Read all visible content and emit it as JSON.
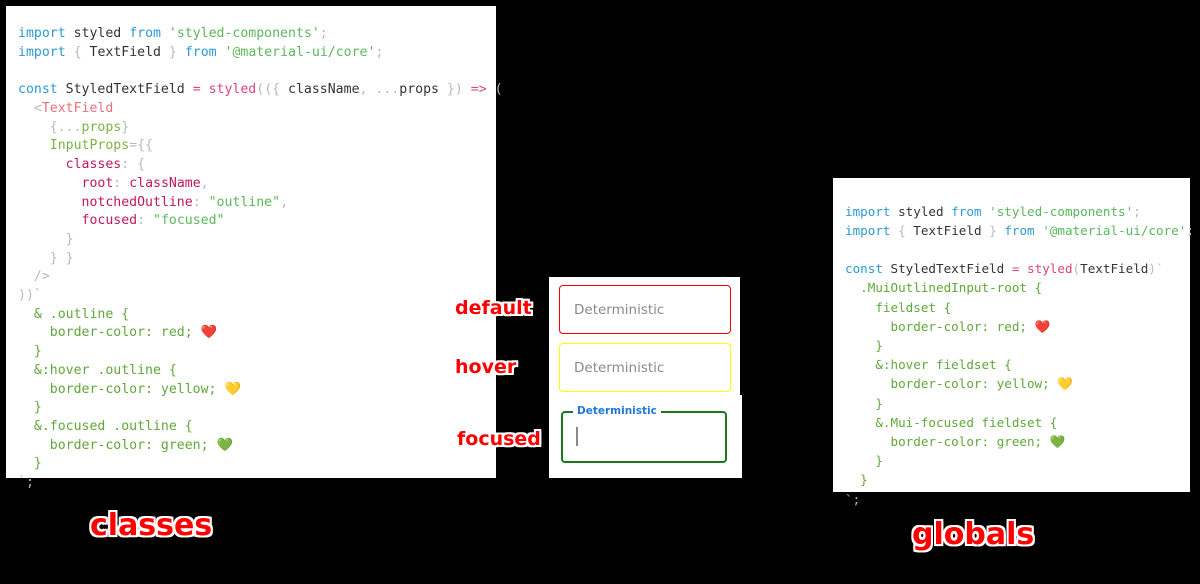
{
  "left_panel": {
    "caption": "classes",
    "code_lines": [
      [
        {
          "t": "import",
          "c": "kw"
        },
        {
          "t": " ",
          "c": "plain"
        },
        {
          "t": "styled",
          "c": "plain"
        },
        {
          "t": " ",
          "c": "plain"
        },
        {
          "t": "from",
          "c": "kw"
        },
        {
          "t": " ",
          "c": "plain"
        },
        {
          "t": "'styled-components'",
          "c": "str"
        },
        {
          "t": ";",
          "c": "punc"
        }
      ],
      [
        {
          "t": "import",
          "c": "kw"
        },
        {
          "t": " ",
          "c": "plain"
        },
        {
          "t": "{",
          "c": "punc"
        },
        {
          "t": " ",
          "c": "plain"
        },
        {
          "t": "TextField",
          "c": "plain"
        },
        {
          "t": " ",
          "c": "plain"
        },
        {
          "t": "}",
          "c": "punc"
        },
        {
          "t": " ",
          "c": "plain"
        },
        {
          "t": "from",
          "c": "kw"
        },
        {
          "t": " ",
          "c": "plain"
        },
        {
          "t": "'@material-ui/core'",
          "c": "str"
        },
        {
          "t": ";",
          "c": "punc"
        }
      ],
      [],
      [
        {
          "t": "const",
          "c": "kw"
        },
        {
          "t": " ",
          "c": "plain"
        },
        {
          "t": "StyledTextField",
          "c": "plain"
        },
        {
          "t": " ",
          "c": "plain"
        },
        {
          "t": "=",
          "c": "op"
        },
        {
          "t": " ",
          "c": "plain"
        },
        {
          "t": "styled",
          "c": "fn"
        },
        {
          "t": "((",
          "c": "punc"
        },
        {
          "t": "{",
          "c": "punc"
        },
        {
          "t": " ",
          "c": "plain"
        },
        {
          "t": "className",
          "c": "plain"
        },
        {
          "t": ",",
          "c": "punc"
        },
        {
          "t": " ",
          "c": "plain"
        },
        {
          "t": "...",
          "c": "punc"
        },
        {
          "t": "props",
          "c": "plain"
        },
        {
          "t": " ",
          "c": "plain"
        },
        {
          "t": "}",
          "c": "punc"
        },
        {
          "t": ") ",
          "c": "punc"
        },
        {
          "t": "=>",
          "c": "op"
        },
        {
          "t": " ",
          "c": "plain"
        },
        {
          "t": "(",
          "c": "punc"
        }
      ],
      [
        {
          "t": "  ",
          "c": "plain"
        },
        {
          "t": "<",
          "c": "punc"
        },
        {
          "t": "TextField",
          "c": "tag"
        }
      ],
      [
        {
          "t": "    ",
          "c": "plain"
        },
        {
          "t": "{",
          "c": "punc"
        },
        {
          "t": "...",
          "c": "punc"
        },
        {
          "t": "props",
          "c": "attr"
        },
        {
          "t": "}",
          "c": "punc"
        }
      ],
      [
        {
          "t": "    ",
          "c": "plain"
        },
        {
          "t": "InputProps",
          "c": "attr"
        },
        {
          "t": "=",
          "c": "punc"
        },
        {
          "t": "{{",
          "c": "punc"
        }
      ],
      [
        {
          "t": "      ",
          "c": "plain"
        },
        {
          "t": "classes",
          "c": "prop"
        },
        {
          "t": ":",
          "c": "punc"
        },
        {
          "t": " ",
          "c": "plain"
        },
        {
          "t": "{",
          "c": "punc"
        }
      ],
      [
        {
          "t": "        ",
          "c": "plain"
        },
        {
          "t": "root",
          "c": "prop"
        },
        {
          "t": ":",
          "c": "punc"
        },
        {
          "t": " ",
          "c": "plain"
        },
        {
          "t": "className",
          "c": "prop"
        },
        {
          "t": ",",
          "c": "punc"
        }
      ],
      [
        {
          "t": "        ",
          "c": "plain"
        },
        {
          "t": "notchedOutline",
          "c": "prop"
        },
        {
          "t": ":",
          "c": "punc"
        },
        {
          "t": " ",
          "c": "plain"
        },
        {
          "t": "\"outline\"",
          "c": "str"
        },
        {
          "t": ",",
          "c": "punc"
        }
      ],
      [
        {
          "t": "        ",
          "c": "plain"
        },
        {
          "t": "focused",
          "c": "prop"
        },
        {
          "t": ":",
          "c": "punc"
        },
        {
          "t": " ",
          "c": "plain"
        },
        {
          "t": "\"focused\"",
          "c": "str"
        }
      ],
      [
        {
          "t": "      ",
          "c": "plain"
        },
        {
          "t": "}",
          "c": "punc"
        }
      ],
      [
        {
          "t": "    ",
          "c": "plain"
        },
        {
          "t": "} }",
          "c": "punc"
        }
      ],
      [
        {
          "t": "  ",
          "c": "plain"
        },
        {
          "t": "/>",
          "c": "punc"
        }
      ],
      [
        {
          "t": "))`",
          "c": "punc"
        }
      ],
      [
        {
          "t": "  ",
          "c": "plain"
        },
        {
          "t": "& .outline {",
          "c": "css"
        }
      ],
      [
        {
          "t": "    ",
          "c": "plain"
        },
        {
          "t": "border-color: red; ",
          "c": "css"
        },
        {
          "t": "❤️",
          "c": "emoji-red"
        }
      ],
      [
        {
          "t": "  ",
          "c": "plain"
        },
        {
          "t": "}",
          "c": "css"
        }
      ],
      [
        {
          "t": "  ",
          "c": "plain"
        },
        {
          "t": "&:hover .outline {",
          "c": "css"
        }
      ],
      [
        {
          "t": "    ",
          "c": "plain"
        },
        {
          "t": "border-color: yellow; ",
          "c": "css"
        },
        {
          "t": "💛",
          "c": "emoji-yellow"
        }
      ],
      [
        {
          "t": "  ",
          "c": "plain"
        },
        {
          "t": "}",
          "c": "css"
        }
      ],
      [
        {
          "t": "  ",
          "c": "plain"
        },
        {
          "t": "&.focused .outline {",
          "c": "css"
        }
      ],
      [
        {
          "t": "    ",
          "c": "plain"
        },
        {
          "t": "border-color: green; ",
          "c": "css"
        },
        {
          "t": "💚",
          "c": "emoji-green"
        }
      ],
      [
        {
          "t": "  ",
          "c": "plain"
        },
        {
          "t": "}",
          "c": "css"
        }
      ],
      [
        {
          "t": "`;",
          "c": "punc"
        }
      ]
    ]
  },
  "right_panel": {
    "caption": "globals",
    "code_lines": [
      [
        {
          "t": "import",
          "c": "kw"
        },
        {
          "t": " ",
          "c": "plain"
        },
        {
          "t": "styled",
          "c": "plain"
        },
        {
          "t": " ",
          "c": "plain"
        },
        {
          "t": "from",
          "c": "kw"
        },
        {
          "t": " ",
          "c": "plain"
        },
        {
          "t": "'styled-components'",
          "c": "str"
        },
        {
          "t": ";",
          "c": "punc"
        }
      ],
      [
        {
          "t": "import",
          "c": "kw"
        },
        {
          "t": " ",
          "c": "plain"
        },
        {
          "t": "{",
          "c": "punc"
        },
        {
          "t": " ",
          "c": "plain"
        },
        {
          "t": "TextField",
          "c": "plain"
        },
        {
          "t": " ",
          "c": "plain"
        },
        {
          "t": "}",
          "c": "punc"
        },
        {
          "t": " ",
          "c": "plain"
        },
        {
          "t": "from",
          "c": "kw"
        },
        {
          "t": " ",
          "c": "plain"
        },
        {
          "t": "'@material-ui/core'",
          "c": "str"
        },
        {
          "t": ";",
          "c": "punc"
        }
      ],
      [],
      [
        {
          "t": "const",
          "c": "kw"
        },
        {
          "t": " ",
          "c": "plain"
        },
        {
          "t": "StyledTextField",
          "c": "plain"
        },
        {
          "t": " ",
          "c": "plain"
        },
        {
          "t": "=",
          "c": "op"
        },
        {
          "t": " ",
          "c": "plain"
        },
        {
          "t": "styled",
          "c": "fn"
        },
        {
          "t": "(",
          "c": "punc"
        },
        {
          "t": "TextField",
          "c": "plain"
        },
        {
          "t": ")`",
          "c": "punc"
        }
      ],
      [
        {
          "t": "  ",
          "c": "plain"
        },
        {
          "t": ".MuiOutlinedInput-root {",
          "c": "css"
        }
      ],
      [
        {
          "t": "    ",
          "c": "plain"
        },
        {
          "t": "fieldset {",
          "c": "css"
        }
      ],
      [
        {
          "t": "      ",
          "c": "plain"
        },
        {
          "t": "border-color: red; ",
          "c": "css"
        },
        {
          "t": "❤️",
          "c": "emoji-red"
        }
      ],
      [
        {
          "t": "    ",
          "c": "plain"
        },
        {
          "t": "}",
          "c": "css"
        }
      ],
      [
        {
          "t": "    ",
          "c": "plain"
        },
        {
          "t": "&:hover fieldset {",
          "c": "css"
        }
      ],
      [
        {
          "t": "      ",
          "c": "plain"
        },
        {
          "t": "border-color: yellow; ",
          "c": "css"
        },
        {
          "t": "💛",
          "c": "emoji-yellow"
        }
      ],
      [
        {
          "t": "    ",
          "c": "plain"
        },
        {
          "t": "}",
          "c": "css"
        }
      ],
      [
        {
          "t": "    ",
          "c": "plain"
        },
        {
          "t": "&.Mui-focused fieldset {",
          "c": "css"
        }
      ],
      [
        {
          "t": "      ",
          "c": "plain"
        },
        {
          "t": "border-color: green; ",
          "c": "css"
        },
        {
          "t": "💚",
          "c": "emoji-green"
        }
      ],
      [
        {
          "t": "    ",
          "c": "plain"
        },
        {
          "t": "}",
          "c": "css"
        }
      ],
      [
        {
          "t": "  ",
          "c": "plain"
        },
        {
          "t": "}",
          "c": "css"
        }
      ],
      [
        {
          "t": "`;",
          "c": "punc"
        }
      ]
    ]
  },
  "preview": {
    "states": {
      "default_label": "default",
      "hover_label": "hover",
      "focused_label": "focused"
    },
    "fields": {
      "default": {
        "value": "Deterministic",
        "border_color": "#ff0000"
      },
      "hover": {
        "value": "Deterministic",
        "border_color": "#ffff00"
      },
      "focused": {
        "label": "Deterministic",
        "value": "",
        "border_color": "#1a7a1a",
        "label_color": "#2277dd"
      }
    }
  },
  "colors": {
    "background": "#000000",
    "panel": "#ffffff",
    "annotation": "#ff0000",
    "annotation_stroke": "#ffffff",
    "keyword": "#2b9ad3",
    "string": "#5bb85b",
    "css_rule": "#5fa83a",
    "property": "#c2185b",
    "operator": "#e0457b",
    "tag": "#e9707a",
    "attribute": "#7cb342",
    "punctuation": "#b9b9b9",
    "text": "#333333"
  }
}
